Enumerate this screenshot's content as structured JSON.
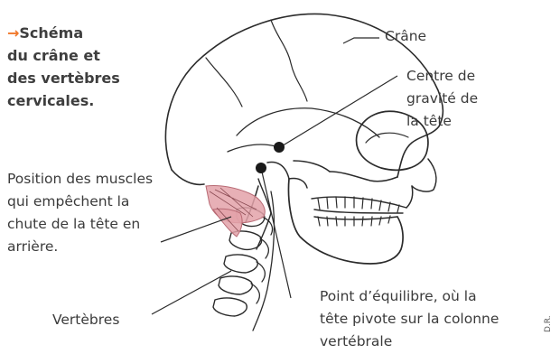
{
  "caption": {
    "arrow_glyph": "→",
    "line1": "Schéma",
    "line2": "du crâne et",
    "line3": "des vertèbres",
    "line4": "cervicales."
  },
  "labels": {
    "crane": "Crâne",
    "centre_line1": "Centre de",
    "centre_line2": "gravité de",
    "centre_line3": "la tête",
    "muscles_line1": "Position des muscles",
    "muscles_line2": "qui empêchent la",
    "muscles_line3": "chute de la tête en",
    "muscles_line4": "arrière.",
    "vertebres": "Vertèbres",
    "equilibre_line1": "Point d’équilibre, où la",
    "equilibre_line2": "tête pivote sur la colonne",
    "equilibre_line3": "vertébrale"
  },
  "credit": "D.R.",
  "colors": {
    "accent_arrow": "#f0782a",
    "muscle_fill": "#e3a2a9",
    "line": "#2a2a2a"
  }
}
